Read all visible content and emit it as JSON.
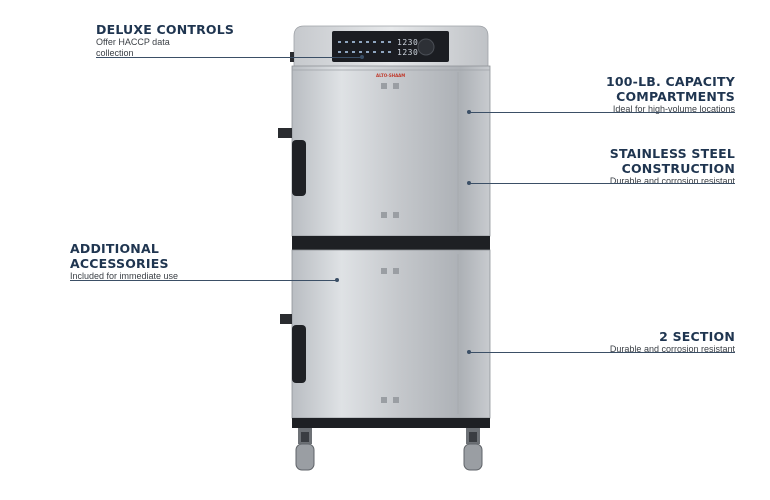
{
  "callouts": {
    "deluxe": {
      "title": "DELUXE CONTROLS",
      "desc_line1": "Offer HACCP data",
      "desc_line2": "collection"
    },
    "capacity": {
      "title_line1": "100-LB. CAPACITY",
      "title_line2": "COMPARTMENTS",
      "desc": "Ideal for high-volume locations"
    },
    "stainless": {
      "title_line1": "STAINLESS STEEL",
      "title_line2": "CONSTRUCTION",
      "desc": "Durable and corrosion resistant"
    },
    "accessories": {
      "title_line1": "ADDITIONAL",
      "title_line2": "ACCESSORIES",
      "desc": "Included for immediate use"
    },
    "section": {
      "title": "2 SECTION",
      "desc": "Durable and corrosion resistant"
    }
  },
  "control_panel": {
    "display_top": "1230",
    "display_bottom": "1230"
  },
  "brand": "ALTO-SHAAM",
  "colors": {
    "title": "#1f3550",
    "leader": "#3b4f66",
    "panel": "#1b1d22",
    "steel": "#c9ccd0"
  }
}
